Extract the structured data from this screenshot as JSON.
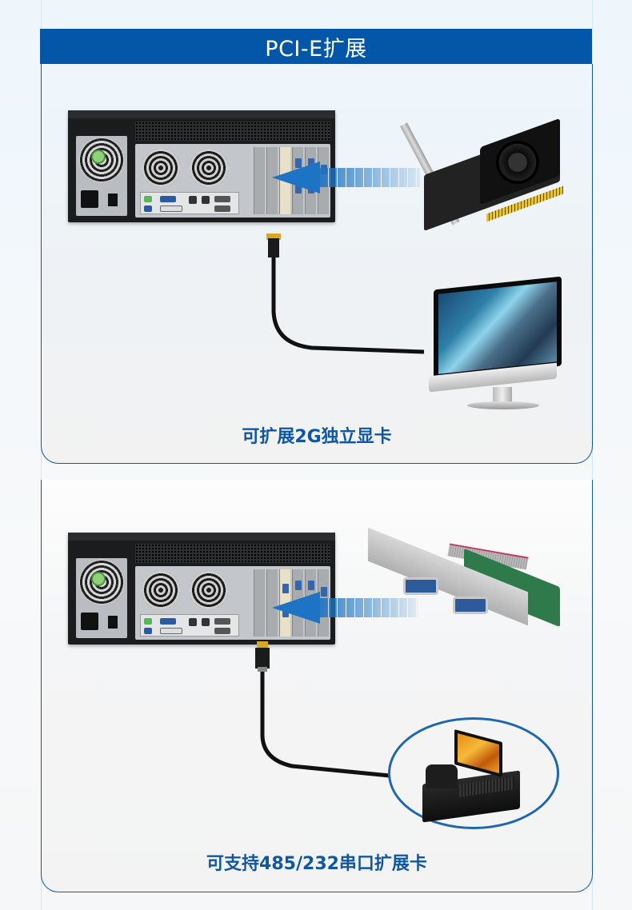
{
  "section": {
    "title": "PCI-E扩展",
    "accent_color": "#0457a8",
    "caption_color": "#1057a3"
  },
  "panels": [
    {
      "caption": "可扩展2G独立显卡",
      "illustration": {
        "source": "industrial-chassis-rear",
        "expansion_card": "graphics-card",
        "cable": "dvi-cable",
        "target_device": "monitor"
      }
    },
    {
      "caption": "可支持485/232串口扩展卡",
      "illustration": {
        "source": "industrial-chassis-rear",
        "expansion_card": "dual-serial-port-card",
        "cable": "hdmi-cable",
        "target_device": "pos-terminal"
      }
    }
  ]
}
